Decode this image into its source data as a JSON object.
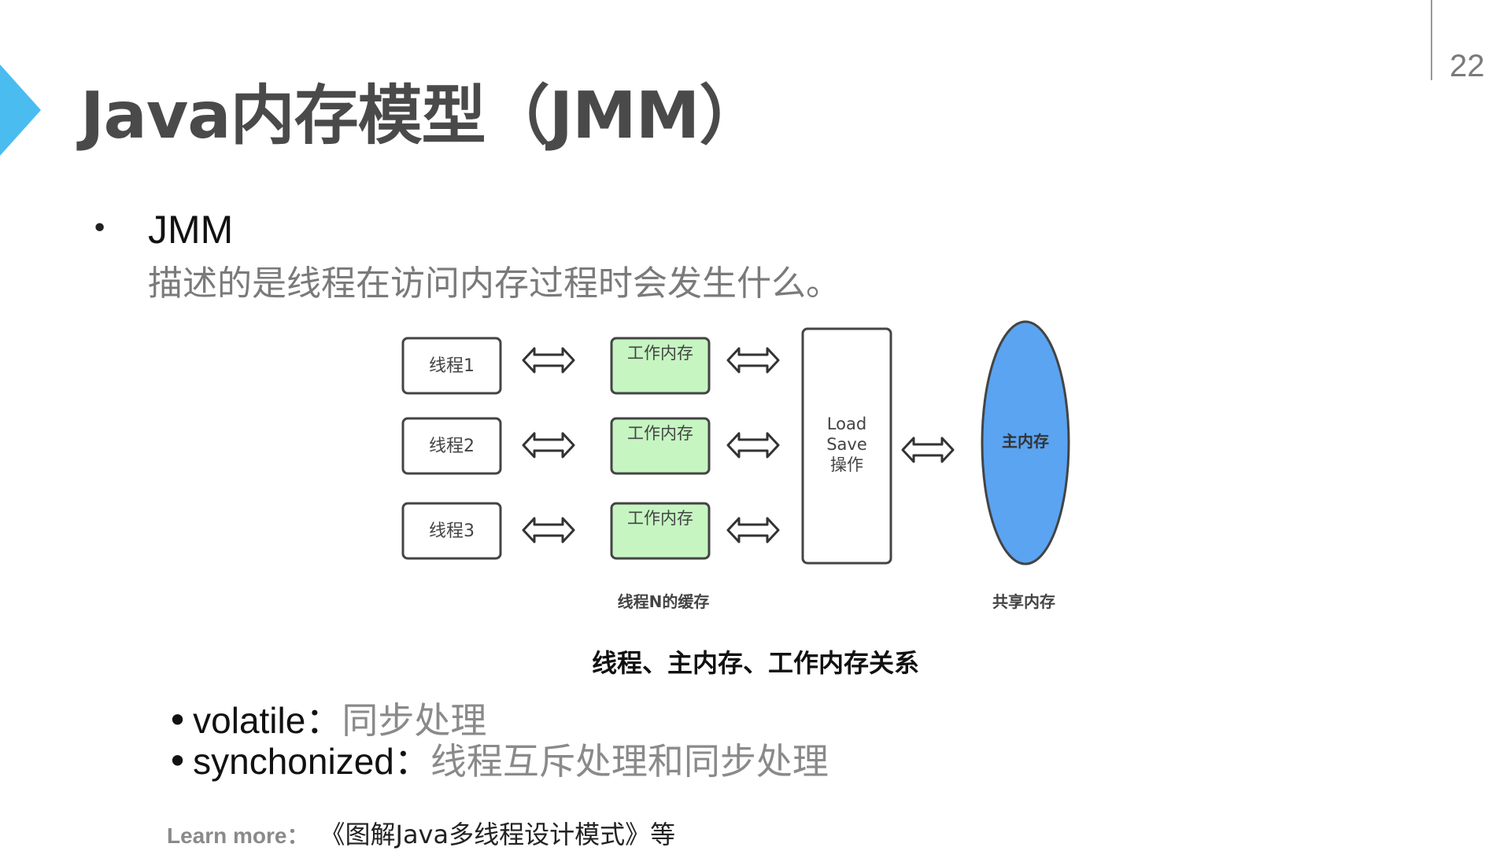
{
  "slide": {
    "title": "Java内存模型（JMM）",
    "page_number": "22"
  },
  "bullet": {
    "heading": "JMM",
    "description": "描述的是线程在访问内存过程时会发生什么。"
  },
  "diagram": {
    "threads": [
      "线程1",
      "线程2",
      "线程3"
    ],
    "work_memory": [
      "工作内存",
      "工作内存",
      "工作内存"
    ],
    "load_save": [
      "Load",
      "Save",
      "操作"
    ],
    "main_memory": "主内存",
    "cache_label": "线程N的缓存",
    "shared_label": "共享内存",
    "caption": "线程、主内存、工作内存关系",
    "colors": {
      "work_memory_fill": "#c6f5c2",
      "main_memory_fill": "#5aa4f2",
      "box_stroke": "#444444"
    }
  },
  "sub_items": [
    {
      "key": "volatile",
      "sep": "：",
      "value": "同步处理"
    },
    {
      "key": "synchonized",
      "sep": "：",
      "value": "线程互斥处理和同步处理"
    }
  ],
  "learn_more": {
    "label": "Learn more：",
    "text": "《图解Java多线程设计模式》等"
  },
  "colors": {
    "accent": "#4bbcf0",
    "title": "#4a4a4a",
    "muted_text": "#7a7a7a"
  }
}
